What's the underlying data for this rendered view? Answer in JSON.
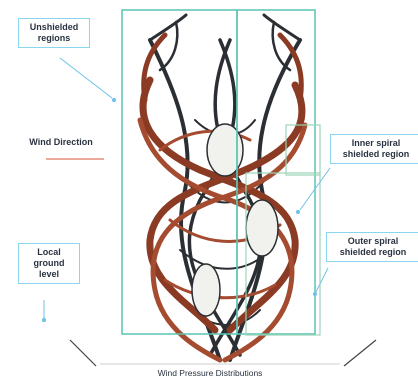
{
  "labels": {
    "unshielded_regions": "Unshielded regions",
    "wind_direction": "Wind Direction",
    "inner_spiral": "Inner spiral shielded region",
    "outer_spiral": "Outer spiral shielded region",
    "local_ground_level": "Local ground level",
    "caption": "Wind Pressure Distributions"
  },
  "colors": {
    "frame": "#5cc3b3",
    "callout_box": "#8ad6ee",
    "arrow": "#6fc2ea",
    "tower_dark": "#2b2f33",
    "tower_brown": "#8b3a24",
    "wind_arrow": "#e0735a"
  }
}
